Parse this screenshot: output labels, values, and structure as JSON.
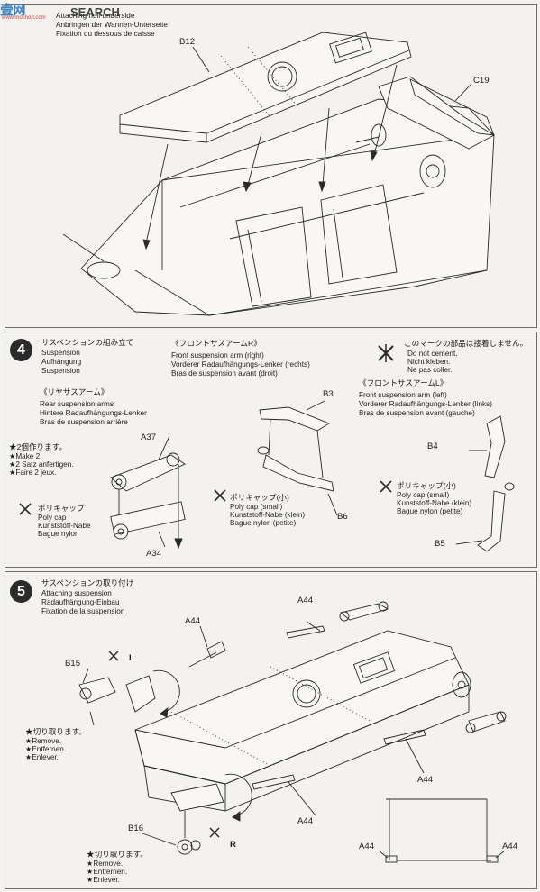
{
  "watermark": {
    "logo_main": "壹",
    "logo_main2": "网",
    "logo_sub": "www.moshop.com",
    "search": "SEARCH"
  },
  "step3": {
    "title_en": "Attaching hull underside",
    "title_de": "Anbringen der Wannen-Unterseite",
    "title_fr": "Fixation du dessous de caisse",
    "labels": {
      "b12": "B12",
      "c19": "C19"
    }
  },
  "step4": {
    "number": "4",
    "title_jp": "サスペンションの組み立て",
    "title_en": "Suspension",
    "title_de": "Aufhängung",
    "title_fr": "Suspension",
    "no_cement_jp": "このマークの部品は接着しません。",
    "no_cement_en": "Do not cement.",
    "no_cement_de": "Nicht kleben.",
    "no_cement_fr": "Ne pas coller.",
    "rear": {
      "jp": "《リヤサスアーム》",
      "en": "Rear suspension arms",
      "de": "Hintere Radaufhängungs-Lenker",
      "fr": "Bras de suspension arrière"
    },
    "make2": {
      "jp": "★2個作ります。",
      "en": "★Make 2.",
      "de": "★2 Satz anfertigen.",
      "fr": "★Faire 2 jeux."
    },
    "polycap_rear": {
      "jp": "ポリキャップ",
      "en": "Poly cap",
      "de": "Kunststoff-Nabe",
      "fr": "Bague nylon"
    },
    "front_right": {
      "jp": "《フロントサスアームR》",
      "en": "Front suspension arm (right)",
      "de": "Vorderer Radaufhängungs-Lenker (rechts)",
      "fr": "Bras de suspension avant (droit)"
    },
    "polycap_small_r": {
      "jp": "ポリキャップ(小)",
      "en": "Poly cap (small)",
      "de": "Kunststoff-Nabe (klein)",
      "fr": "Bague nylon (petite)"
    },
    "front_left": {
      "jp": "《フロントサスアームL》",
      "en": "Front suspension arm (left)",
      "de": "Vorderer Radaufhängungs-Lenker (links)",
      "fr": "Bras de suspension avant (gauche)"
    },
    "polycap_small_l": {
      "jp": "ポリキャップ(小)",
      "en": "Poly cap (small)",
      "de": "Kunststoff-Nabe (klein)",
      "fr": "Bague nylon (petite)"
    },
    "labels": {
      "a37": "A37",
      "a34": "A34",
      "b3": "B3",
      "b6": "B6",
      "b4": "B4",
      "b5": "B5"
    }
  },
  "step5": {
    "number": "5",
    "title_jp": "サスペンションの取り付け",
    "title_en": "Attaching suspension",
    "title_de": "Radaufhängung-Einbau",
    "title_fr": "Fixation de la suspension",
    "remove_top": {
      "jp": "★切り取ります。",
      "en": "★Remove.",
      "de": "★Entfernen.",
      "fr": "★Enlever."
    },
    "remove_bottom": {
      "jp": "★切り取ります。",
      "en": "★Remove.",
      "de": "★Entfernen.",
      "fr": "★Enlever."
    },
    "labels": {
      "a44_1": "A44",
      "a44_2": "A44",
      "a44_3": "A44",
      "a44_4": "A44",
      "a44_5": "A44",
      "a44_6": "A44",
      "b15": "B15",
      "b16": "B16",
      "l": "L",
      "r": "R"
    }
  }
}
